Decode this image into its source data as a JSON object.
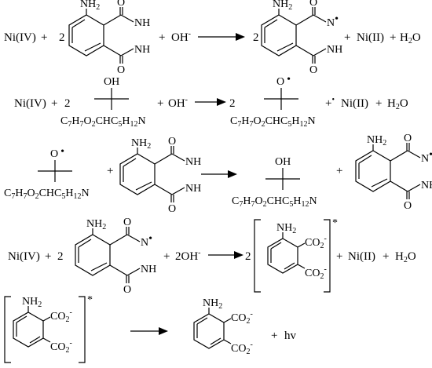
{
  "labels": {
    "ni_iv": "Ni(IV)",
    "ni_ii": "Ni(II)",
    "plus": "+",
    "coef_2": "2",
    "oh_minus": "OH",
    "two_oh_minus": "2OH",
    "minus_sign": "-",
    "h2o": "H",
    "h2o_sub": "2",
    "h2o_o": "O",
    "nh2": "NH",
    "nh2_sub": "2",
    "nh": "NH",
    "n": "N",
    "oh": "OH",
    "o": "O",
    "radical_dot": "•",
    "co2": "CO",
    "co2_sub": "2",
    "excited_mark": "*",
    "hv": "hv",
    "amine_formula": {
      "p1": "C",
      "s1": "7",
      "p2": "H",
      "s2": "7",
      "p3": "O",
      "s3": "2",
      "p4": "CHC",
      "s4": "5",
      "p5": "H",
      "s5": "12",
      "p6": "N"
    }
  }
}
